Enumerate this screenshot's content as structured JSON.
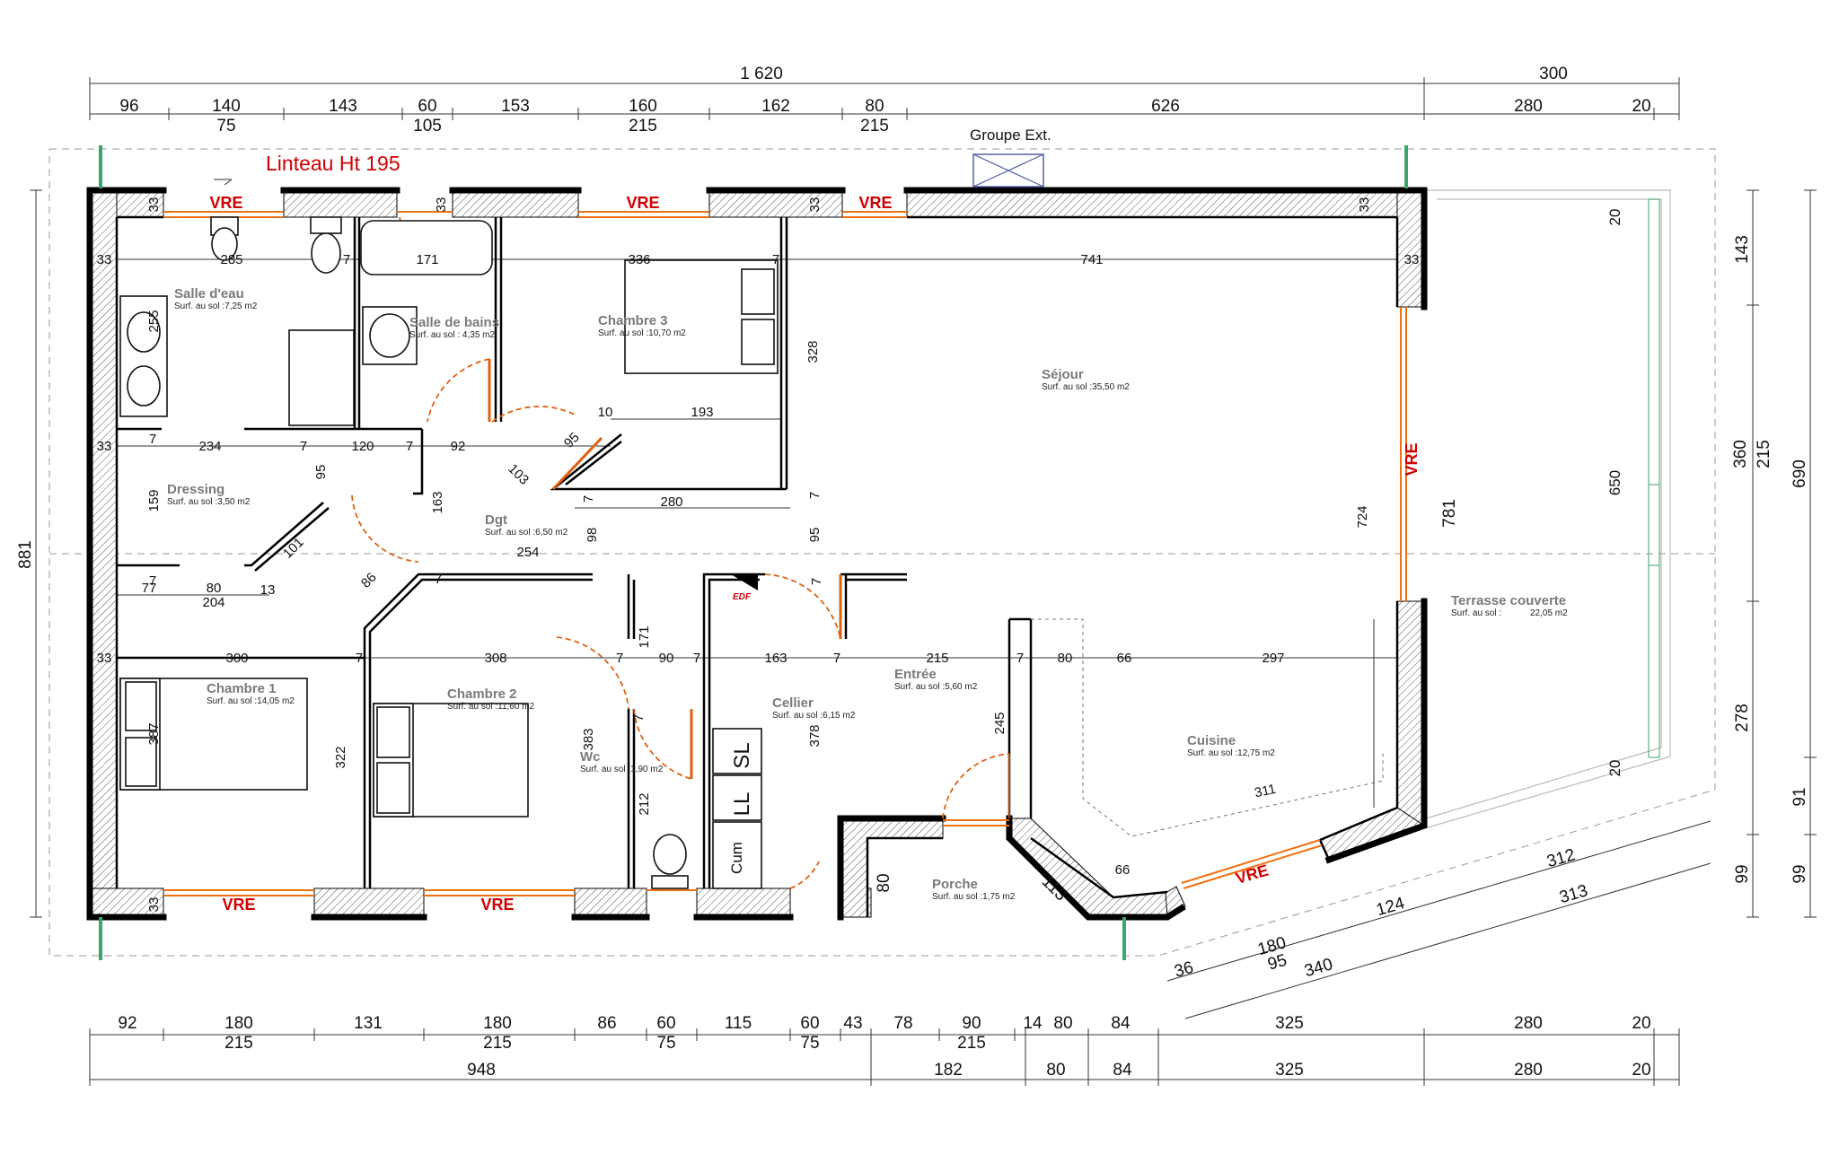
{
  "header": {
    "lintel_note": "Linteau Ht 195",
    "outdoor_unit": "Groupe Ext.",
    "meter_box": "EDF"
  },
  "window_label": "VRE",
  "rooms": [
    {
      "name": "Salle d'eau",
      "surface": "Surf. au sol :7,25 m2"
    },
    {
      "name": "Salle de bains",
      "surface": "Surf. au sol : 4,35 m2"
    },
    {
      "name": "Chambre 3",
      "surface": "Surf. au sol :10,70 m2"
    },
    {
      "name": "Séjour",
      "surface": "Surf. au sol :35,50 m2"
    },
    {
      "name": "Dressing",
      "surface": "Surf. au sol :3,50 m2"
    },
    {
      "name": "Dgt",
      "surface": "Surf. au sol :6,50 m2"
    },
    {
      "name": "Terrasse couverte",
      "surface": "Surf. au sol :",
      "surface_value": "22,05 m2"
    },
    {
      "name": "Chambre 1",
      "surface": "Surf. au sol :14,05 m2"
    },
    {
      "name": "Chambre 2",
      "surface": "Surf. au sol :11,60 m2"
    },
    {
      "name": "Wc",
      "surface": "Surf. au sol :1,90 m2"
    },
    {
      "name": "Cellier",
      "surface": "Surf. au sol :6,15 m2"
    },
    {
      "name": "Entrée",
      "surface": "Surf. au sol :5,60 m2"
    },
    {
      "name": "Cuisine",
      "surface": "Surf. au sol :12,75 m2"
    },
    {
      "name": "Porche",
      "surface": "Surf. au sol :1,75 m2"
    }
  ],
  "appliances": [
    "SL",
    "LL",
    "Cum"
  ],
  "top_dimensions": {
    "overall": [
      "1 620",
      "300"
    ],
    "row_upper": [
      "96",
      "140",
      "143",
      "60",
      "153",
      "160",
      "162",
      "80",
      "626",
      "280",
      "20"
    ],
    "row_lower": [
      "75",
      "105",
      "215",
      "215"
    ]
  },
  "bottom_dimensions": {
    "row1_upper": [
      "92",
      "180",
      "131",
      "180",
      "86",
      "60",
      "115",
      "60",
      "43",
      "78",
      "90",
      "14",
      "80",
      "84",
      "325",
      "280",
      "20"
    ],
    "row1_lower": [
      "215",
      "215",
      "75",
      "75",
      "215"
    ],
    "row2": [
      "948",
      "182",
      "80",
      "84",
      "325",
      "280",
      "20"
    ]
  },
  "right_dimensions": {
    "outer": [
      "690",
      "91",
      "99"
    ],
    "middle": [
      "143",
      "360",
      "215",
      "278",
      "99"
    ],
    "terrace": [
      "20",
      "650",
      "20"
    ]
  },
  "left_dimensions": [
    "881"
  ],
  "diagonal_dimensions": [
    "312",
    "313",
    "124",
    "340",
    "180",
    "95",
    "36"
  ],
  "interior_dimensions": {
    "row_y1": [
      "33",
      "285",
      "7",
      "171",
      "336",
      "7",
      "741",
      "33"
    ],
    "row_y2": [
      "33",
      "7",
      "234",
      "7",
      "120",
      "7",
      "92",
      "10",
      "193",
      "280"
    ],
    "row_y3": [
      "77",
      "80",
      "13",
      "204",
      "7",
      "254",
      "7"
    ],
    "row_y4": [
      "33",
      "300",
      "7",
      "308",
      "7",
      "90",
      "7",
      "163",
      "7",
      "215",
      "7",
      "80",
      "66",
      "297"
    ],
    "misc": [
      "255",
      "159",
      "95",
      "101",
      "103",
      "95",
      "86",
      "163",
      "98",
      "171",
      "383",
      "212",
      "322",
      "387",
      "378",
      "245",
      "724",
      "781",
      "328",
      "95",
      "311",
      "66",
      "113",
      "80",
      "33",
      "33",
      "33",
      "33",
      "33",
      "7",
      "7",
      "7",
      "7"
    ]
  }
}
